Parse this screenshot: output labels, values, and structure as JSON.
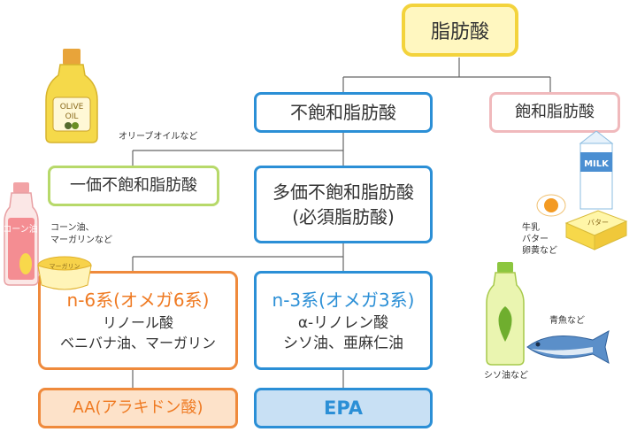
{
  "root": {
    "label": "脂肪酸"
  },
  "unsaturated": {
    "label": "不飽和脂肪酸"
  },
  "saturated": {
    "label": "飽和脂肪酸"
  },
  "mono": {
    "label": "一価不飽和脂肪酸"
  },
  "poly": {
    "line1": "多価不飽和脂肪酸",
    "line2": "(必須脂肪酸)"
  },
  "n6": {
    "title": "n-6系(オメガ6系)",
    "line1": "リノール酸",
    "line2": "ベニバナ油、マーガリン"
  },
  "n3": {
    "title": "n-3系(オメガ3系)",
    "line1": "α-リノレン酸",
    "line2": "シソ油、亜麻仁油"
  },
  "aa": {
    "label": "AA(アラキドン酸)"
  },
  "epa": {
    "label": "EPA"
  },
  "captions": {
    "olive": "オリーブオイルなど",
    "corn1": "コーン油、",
    "corn2": "マーガリンなど",
    "milk1": "牛乳",
    "milk2": "バター",
    "milk3": "卵黄など",
    "fish": "青魚など",
    "shiso": "シソ油など"
  },
  "illustrations": {
    "olive_label1": "OLIVE",
    "olive_label2": "OIL",
    "milk_label": "MILK",
    "butter_label": "バター",
    "corn_bottle_label": "コーン油",
    "margarine_label": "マーガリン"
  },
  "colors": {
    "yellow": "#f3d33c",
    "blue": "#2b8fd6",
    "green": "#b7d96a",
    "pink": "#f0b9bc",
    "orange": "#ef8a3c"
  }
}
